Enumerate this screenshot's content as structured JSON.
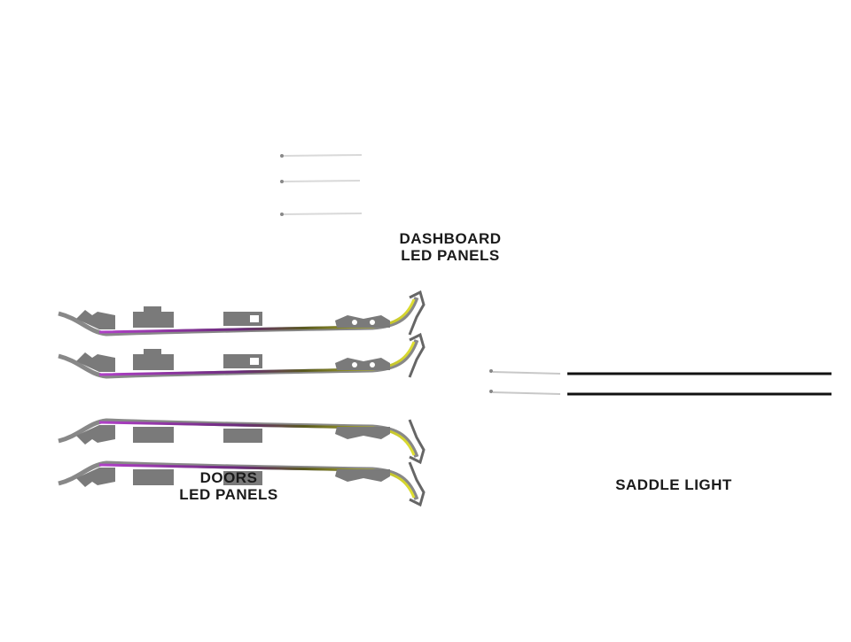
{
  "labels": {
    "dashboard_line1": "DASHBOARD",
    "dashboard_line2": "LED PANELS",
    "doors_line1": "DOORS",
    "doors_line2": "LED PANELS",
    "saddle": "SADDLE LIGHT"
  },
  "colors": {
    "background": "#ffffff",
    "wire": "#d9d9d9",
    "strip": "#111111",
    "accent_purple": "#b040c8",
    "accent_orange": "#e07a20",
    "accent_yellow": "#d8d820",
    "housing": "#7a7a7a",
    "text": "#1a1a1a"
  },
  "groups": {
    "dashboard_strip_count": 3,
    "door_panel_count": 4,
    "saddle_strip_count": 2
  }
}
